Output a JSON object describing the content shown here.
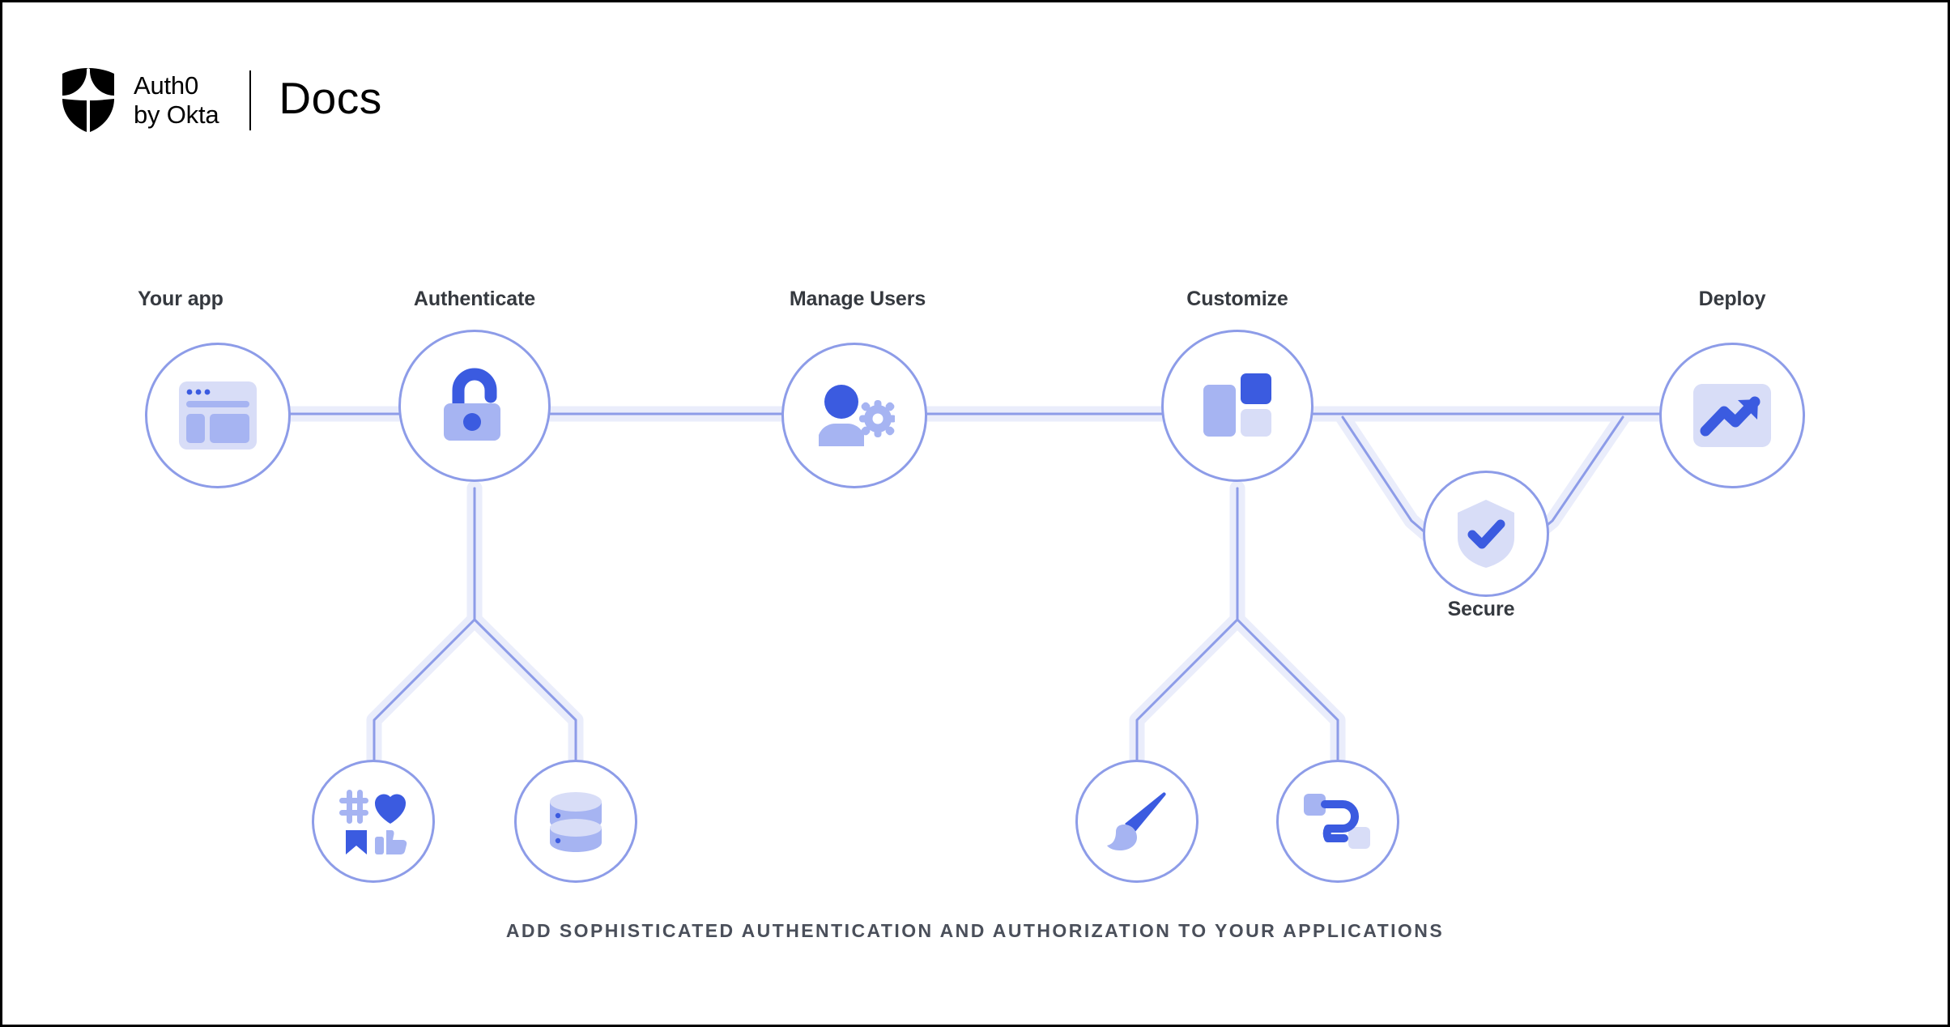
{
  "brand": {
    "logo_icon": "auth0-shield-icon",
    "name_line1": "Auth0",
    "name_line2": "by Okta",
    "section": "Docs"
  },
  "caption": "ADD SOPHISTICATED AUTHENTICATION AND AUTHORIZATION TO YOUR APPLICATIONS",
  "colors": {
    "accent_dark": "#3B5BE0",
    "accent_mid": "#A6B4F2",
    "accent_pale": "#D8DDF7",
    "stroke": "#8D9CE8",
    "halo": "#EAEDFB",
    "label_text": "#35393F",
    "caption_text": "#4A4F5A",
    "background": "#FFFFFF"
  },
  "diagram": {
    "type": "flow",
    "nodes": [
      {
        "id": "your-app",
        "label": "Your app",
        "icon": "browser-window-icon",
        "level": "primary"
      },
      {
        "id": "authenticate",
        "label": "Authenticate",
        "icon": "unlocked-padlock-icon",
        "level": "primary"
      },
      {
        "id": "manage-users",
        "label": "Manage Users",
        "icon": "user-gear-icon",
        "level": "primary"
      },
      {
        "id": "customize",
        "label": "Customize",
        "icon": "layout-blocks-icon",
        "level": "primary"
      },
      {
        "id": "deploy",
        "label": "Deploy",
        "icon": "trending-up-icon",
        "level": "primary"
      },
      {
        "id": "secure",
        "label": "Secure",
        "icon": "shield-check-icon",
        "level": "secondary"
      },
      {
        "id": "social",
        "label": "",
        "icon": "social-icons",
        "level": "child"
      },
      {
        "id": "database",
        "label": "",
        "icon": "database-icon",
        "level": "child"
      },
      {
        "id": "branding",
        "label": "",
        "icon": "paintbrush-icon",
        "level": "child"
      },
      {
        "id": "extensibility",
        "label": "",
        "icon": "flow-connector-icon",
        "level": "child"
      }
    ],
    "edges": [
      {
        "from": "your-app",
        "to": "authenticate"
      },
      {
        "from": "authenticate",
        "to": "manage-users"
      },
      {
        "from": "manage-users",
        "to": "customize"
      },
      {
        "from": "customize",
        "to": "deploy"
      },
      {
        "from": "customize",
        "to": "secure"
      },
      {
        "from": "secure",
        "to": "deploy"
      },
      {
        "from": "authenticate",
        "to": "social"
      },
      {
        "from": "authenticate",
        "to": "database"
      },
      {
        "from": "customize",
        "to": "branding"
      },
      {
        "from": "customize",
        "to": "extensibility"
      }
    ]
  }
}
